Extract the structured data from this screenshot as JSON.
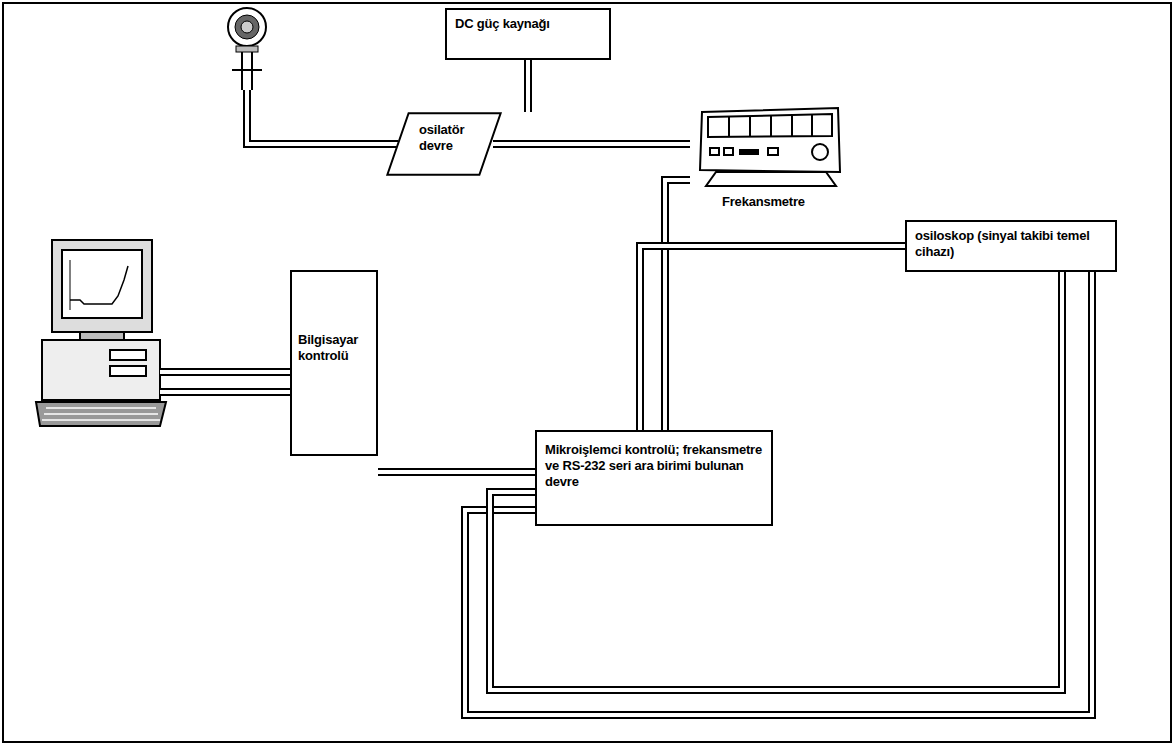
{
  "diagram": {
    "nodes": [
      {
        "text": [
          "DC güç kaynağı"
        ]
      },
      {
        "text": [
          "osilatör devre"
        ]
      },
      {
        "text": [
          "Frekansmetre"
        ]
      },
      {
        "text": [
          "osiloskop (sinyal takibi temel cihazı)"
        ]
      },
      {
        "text": [
          "Bilgisayar kontrolü"
        ]
      },
      {
        "text": [
          "Mikroişlemci kontrolü; frekansmetre ve RS-232 seri ara birimi bulunan devre"
        ]
      }
    ],
    "edges": [
      {
        "from": 0,
        "to": 1,
        "arrow": "none"
      },
      {
        "from": 1,
        "to": 2,
        "arrow": "none"
      },
      {
        "from": 2,
        "to": 5,
        "arrow": "none"
      },
      {
        "from": 3,
        "to": 5,
        "arrow": "none"
      },
      {
        "from": 3,
        "to": 5,
        "arrow": "none"
      },
      {
        "from": 3,
        "to": 5,
        "arrow": "none"
      },
      {
        "from": 4,
        "to": 5,
        "arrow": "none"
      }
    ]
  }
}
